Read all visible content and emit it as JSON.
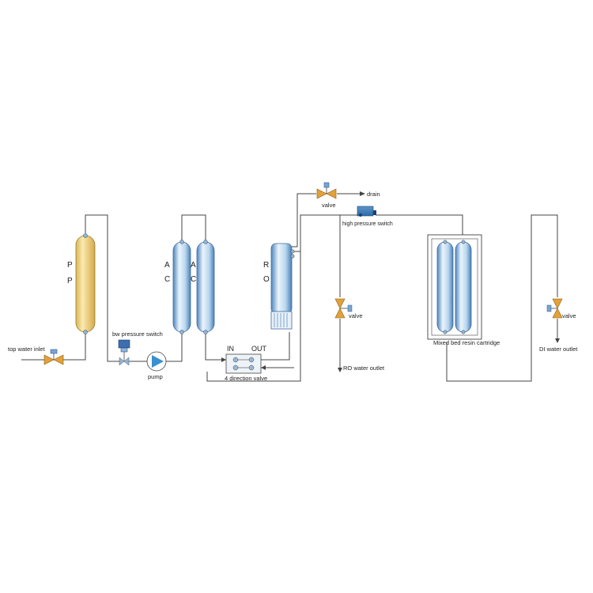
{
  "labels": {
    "tap_water_inlet": "top water inlet",
    "bw_pressure_switch": "bw pressure switch",
    "pump": "pump",
    "direction_valve": "4 direction valve",
    "in": "IN",
    "out": "OUT",
    "valve_drain": "valve",
    "drain": "drain",
    "high_pressure_switch": "high pressure switch",
    "valve_ro": "valve",
    "ro_water_outlet": "RO water outlet",
    "mixed_bed": "Mixed bed resin cartridge",
    "valve_di": "valve",
    "di_water_outlet": "DI water outlet"
  },
  "vessels": {
    "pp": [
      "P",
      "P"
    ],
    "ac1": [
      "A",
      "C"
    ],
    "ac2": [
      "A",
      "C"
    ],
    "ro": [
      "R",
      "O"
    ]
  },
  "colors": {
    "pipe": "#444444",
    "pp_fill": "#f3d98a",
    "vessel_fill": "#cfe4f4",
    "vessel_dark": "#5f93c3",
    "valve": "#e2a23a",
    "switch": "#2f5a9a",
    "pump": "#3a8fd0"
  }
}
